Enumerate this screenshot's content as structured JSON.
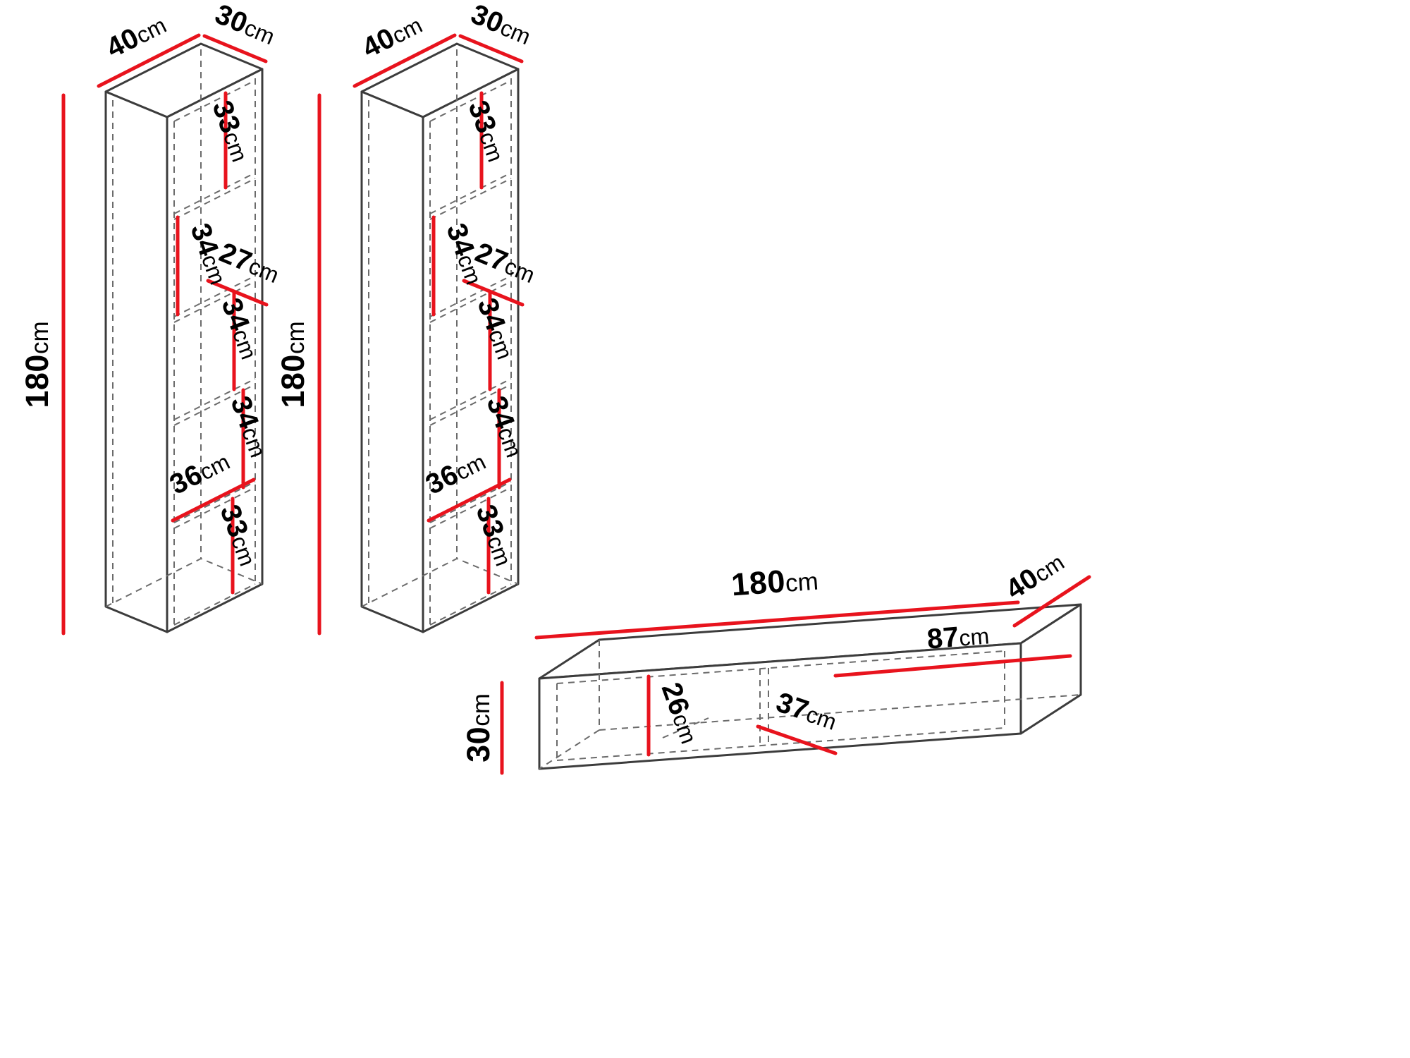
{
  "diagram": {
    "background_color": "#ffffff",
    "outline_color": "#3c3c3c",
    "hidden_line_color": "#6b6b6b",
    "dimension_line_color": "#e8131d",
    "label_color": "#000000"
  },
  "cabinet": {
    "width": {
      "value": "40",
      "unit": "cm"
    },
    "depth": {
      "value": "30",
      "unit": "cm"
    },
    "height": {
      "value": "180",
      "unit": "cm"
    },
    "compartment_1": {
      "value": "33",
      "unit": "cm"
    },
    "compartment_2": {
      "value": "34",
      "unit": "cm"
    },
    "inner_depth": {
      "value": "27",
      "unit": "cm"
    },
    "compartment_3": {
      "value": "34",
      "unit": "cm"
    },
    "compartment_4": {
      "value": "34",
      "unit": "cm"
    },
    "inner_width": {
      "value": "36",
      "unit": "cm"
    },
    "compartment_5": {
      "value": "33",
      "unit": "cm"
    }
  },
  "tv_stand": {
    "width": {
      "value": "180",
      "unit": "cm"
    },
    "depth": {
      "value": "40",
      "unit": "cm"
    },
    "height": {
      "value": "30",
      "unit": "cm"
    },
    "inner_height": {
      "value": "26",
      "unit": "cm"
    },
    "inner_opening": {
      "value": "37",
      "unit": "cm"
    },
    "shelf_width": {
      "value": "87",
      "unit": "cm"
    }
  }
}
